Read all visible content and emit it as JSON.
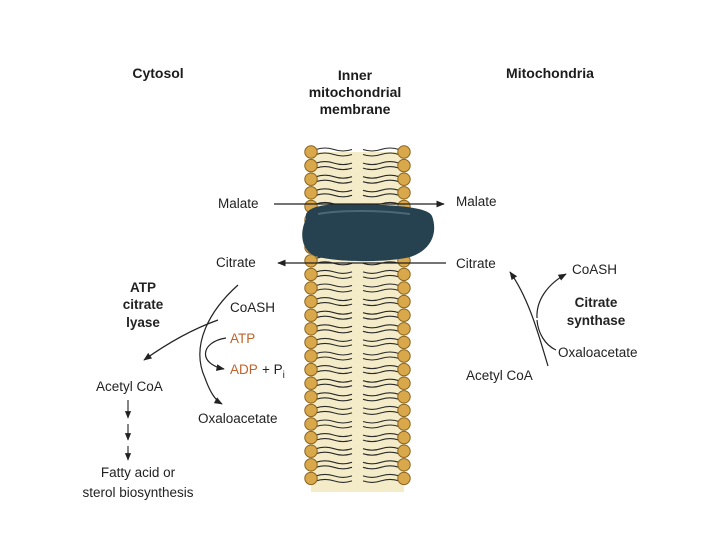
{
  "headers": {
    "cytosol": "Cytosol",
    "membrane": [
      "Inner",
      "mitochondrial",
      "membrane"
    ],
    "mitochondria": "Mitochondria"
  },
  "labels": {
    "malate_left": "Malate",
    "malate_right": "Malate",
    "citrate_left": "Citrate",
    "citrate_right": "Citrate",
    "enzyme_left": [
      "ATP",
      "citrate",
      "lyase"
    ],
    "coash_left": "CoASH",
    "atp": "ATP",
    "adp": "ADP",
    "plus_p": "+ P",
    "p_subscript": "i",
    "acetyl_coa_left": "Acetyl CoA",
    "oxaloacetate_left": "Oxaloacetate",
    "fatty_acid": [
      "Fatty acid or",
      "sterol biosynthesis"
    ],
    "coash_right": "CoASH",
    "enzyme_right": [
      "Citrate",
      "synthase"
    ],
    "oxaloacetate_right": "Oxaloacetate",
    "acetyl_coa_right": "Acetyl CoA"
  },
  "colors": {
    "background": "#ffffff",
    "text": "#222222",
    "highlight_text": "#c0622a",
    "lipid_head": "#d9a84a",
    "lipid_head_stroke": "#8a6420",
    "membrane_core": "#f4ecc8",
    "transporter": "#26414f"
  }
}
